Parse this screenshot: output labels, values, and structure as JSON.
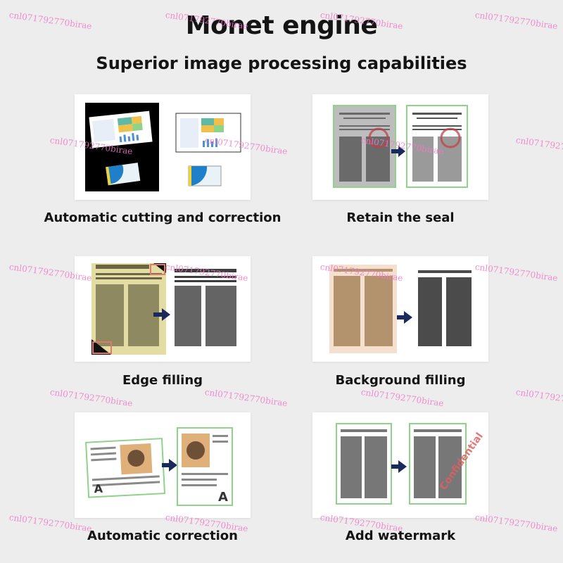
{
  "header": {
    "title": "Monet engine",
    "subtitle": "Superior image processing capabilities"
  },
  "features": [
    {
      "caption": "Automatic cutting and correction"
    },
    {
      "caption": "Retain the seal"
    },
    {
      "caption": "Edge filling"
    },
    {
      "caption": "Background filling"
    },
    {
      "caption": "Automatic correction"
    },
    {
      "caption": "Add watermark"
    }
  ],
  "sample_stamp": "Confidential",
  "watermark": {
    "text": "cnl071792770birae",
    "color": "#f07ac8"
  }
}
